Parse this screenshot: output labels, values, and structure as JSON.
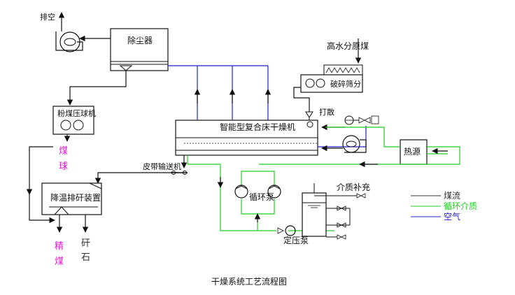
{
  "labels": {
    "exhaust": "排空",
    "dust_collector": "除尘器",
    "briquette_press": "粉煤压球机",
    "coal_ball": [
      "煤",
      "球"
    ],
    "cooling_device": "降温排矸装置",
    "clean_coal": [
      "精",
      "煤"
    ],
    "gangue": [
      "矸",
      "石"
    ],
    "belt_conveyor": "皮带输送机",
    "dryer": "智能型复合床干燥机",
    "raw_coal": "高水分原煤",
    "crush_screen": "破碎筛分",
    "scatter": "打散",
    "heat_source": "热源",
    "circ_pump": "循环泵",
    "medium_makeup": "介质补充",
    "const_pump": "定压泵"
  },
  "legend": [
    {
      "label": "煤流",
      "color": "#333333"
    },
    {
      "label": "循环介质",
      "color": "#22cc22"
    },
    {
      "label": "空气",
      "color": "#2222cc"
    }
  ],
  "caption": "干燥系统工艺流程图",
  "colors": {
    "coal": "#111111",
    "medium": "#22cc22",
    "air": "#2222cc",
    "product": "#dd22cc"
  }
}
